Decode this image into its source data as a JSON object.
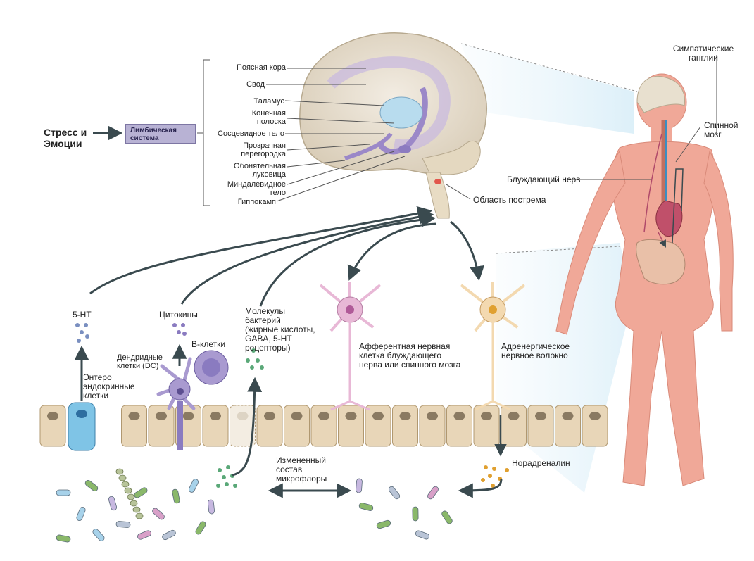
{
  "left": {
    "stress": "Стресс и\nЭмоции",
    "limbic": "Лимбическая\nсистема"
  },
  "brain_labels": [
    "Поясная кора",
    "Свод",
    "Таламус",
    "Конечная\nполоска",
    "Сосцевидное тело",
    "Прозрачная\nперегородка",
    "Обонятельная\nлуковица",
    "Миндалевидное\nтело",
    "Гиппокамп"
  ],
  "postrema": "Область пострема",
  "body_labels": {
    "sympathetic": "Симпатические\nганглии",
    "spinal": "Спинной\nмозг",
    "vagus": "Блуждающий нерв"
  },
  "gut": {
    "serotonin": "5-HT",
    "cytokines": "Цитокины",
    "bcells": "B-клетки",
    "dendritic": "Дендридные\nклетки (DC)",
    "enteroendocrine": "Энтеро\nэндокринные\nклетки",
    "molecules": "Молекулы\nбактерий\n(жирные кислоты,\nGABA, 5-HT\nрецепторы)",
    "afferent": "Афферентная нервная\nклетка блуждающего\nнерва или спинного мозга",
    "adrenergic": "Адренергическое\nнервное волокно",
    "altered": "Измененный\nсостав\nмикрофлоры",
    "noradrenaline": "Норадреналин"
  },
  "colors": {
    "arrow": "#3a4a4f",
    "limbic_box": "#b8b2d4",
    "body_skin": "#f0a898",
    "cell_fill": "#e8d6b8",
    "nucleus": "#8a7a62",
    "enteroendocrine": "#7fc4e6",
    "purple": "#a99ad0",
    "afferent_neuron": "#e8b8d6",
    "adrenergic_neuron": "#f3d9b0",
    "bacteria_green": "#8ab86a"
  }
}
